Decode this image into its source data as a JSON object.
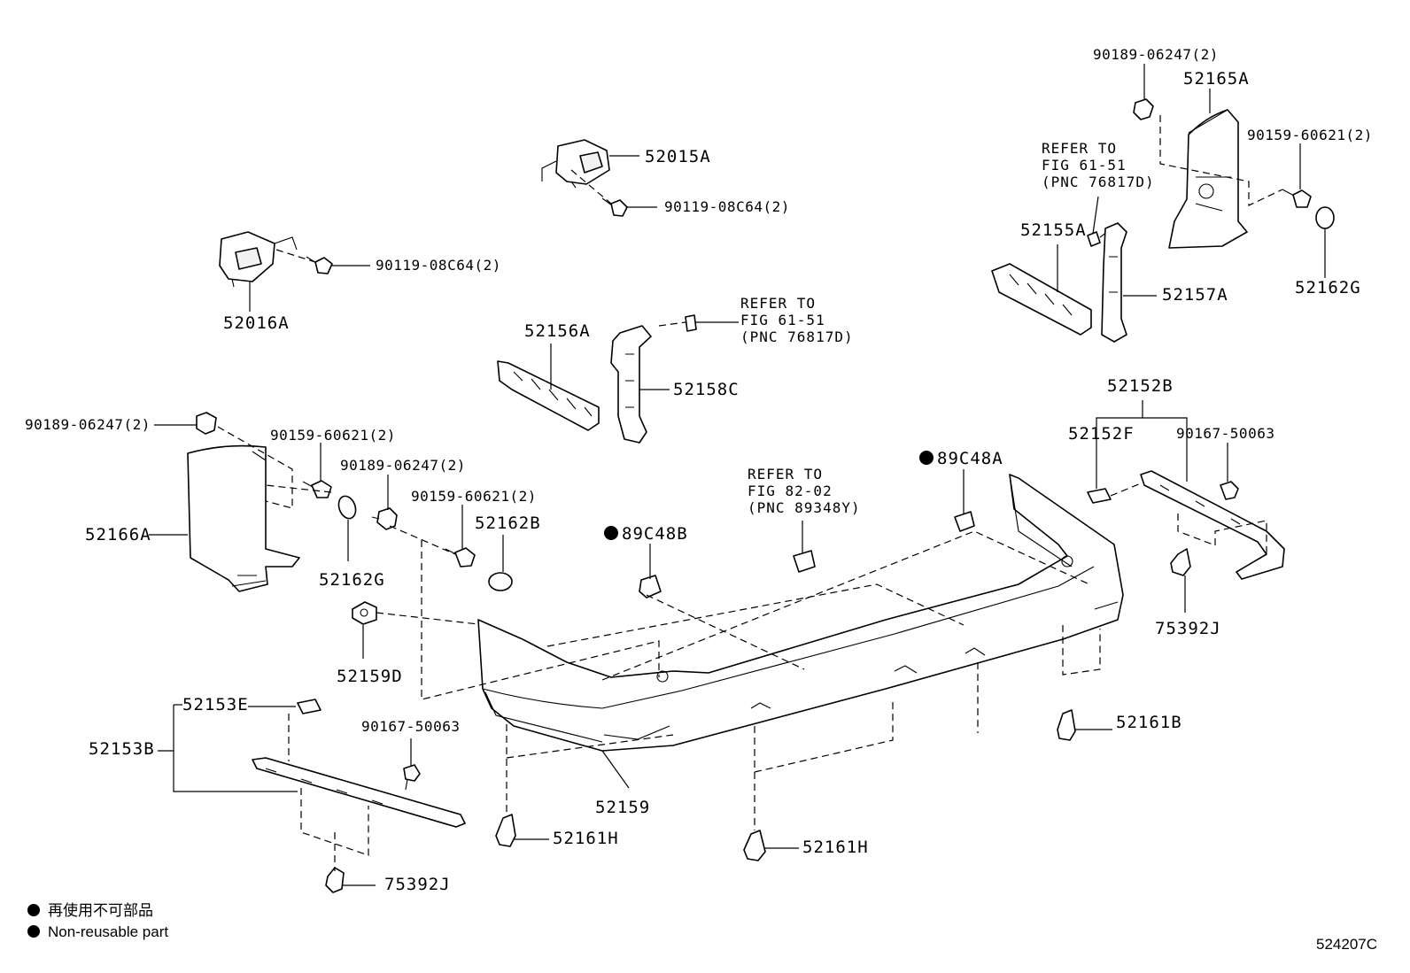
{
  "parts": {
    "p52015A": "52015A",
    "p90119_top": "90119-08C64(2)",
    "p52016A": "52016A",
    "p90119_left": "90119-08C64(2)",
    "p52156A": "52156A",
    "p52158C": "52158C",
    "p90189_left": "90189-06247(2)",
    "p90159_left": "90159-60621(2)",
    "p52166A": "52166A",
    "p52162G_left": "52162G",
    "p90189_mid": "90189-06247(2)",
    "p90159_mid": "90159-60621(2)",
    "p52162B": "52162B",
    "p89C48B": "89C48B",
    "p52159D": "52159D",
    "p52153E": "52153E",
    "p52153B": "52153B",
    "p90167_left": "90167-50063",
    "p75392J_left": "75392J",
    "p52159": "52159",
    "p52161H_left": "52161H",
    "p52161H_mid": "52161H",
    "p89C48A": "89C48A",
    "p90189_right": "90189-06247(2)",
    "p52165A": "52165A",
    "p90159_right": "90159-60621(2)",
    "p52162G_right": "52162G",
    "p52155A": "52155A",
    "p52157A": "52157A",
    "p52152B": "52152B",
    "p52152F": "52152F",
    "p90167_right": "90167-50063",
    "p75392J_right": "75392J",
    "p52161B": "52161B"
  },
  "refers": {
    "top_center": [
      "REFER TO",
      "FIG 61-51",
      "(PNC 76817D)"
    ],
    "top_right": [
      "REFER TO",
      "FIG 61-51",
      "(PNC 76817D)"
    ],
    "center": [
      "REFER TO",
      "FIG 82-02",
      "(PNC 89348Y)"
    ]
  },
  "legend": {
    "line1": "再使用不可部品",
    "line2": "Non-reusable part"
  },
  "diagram_code": "524207C"
}
